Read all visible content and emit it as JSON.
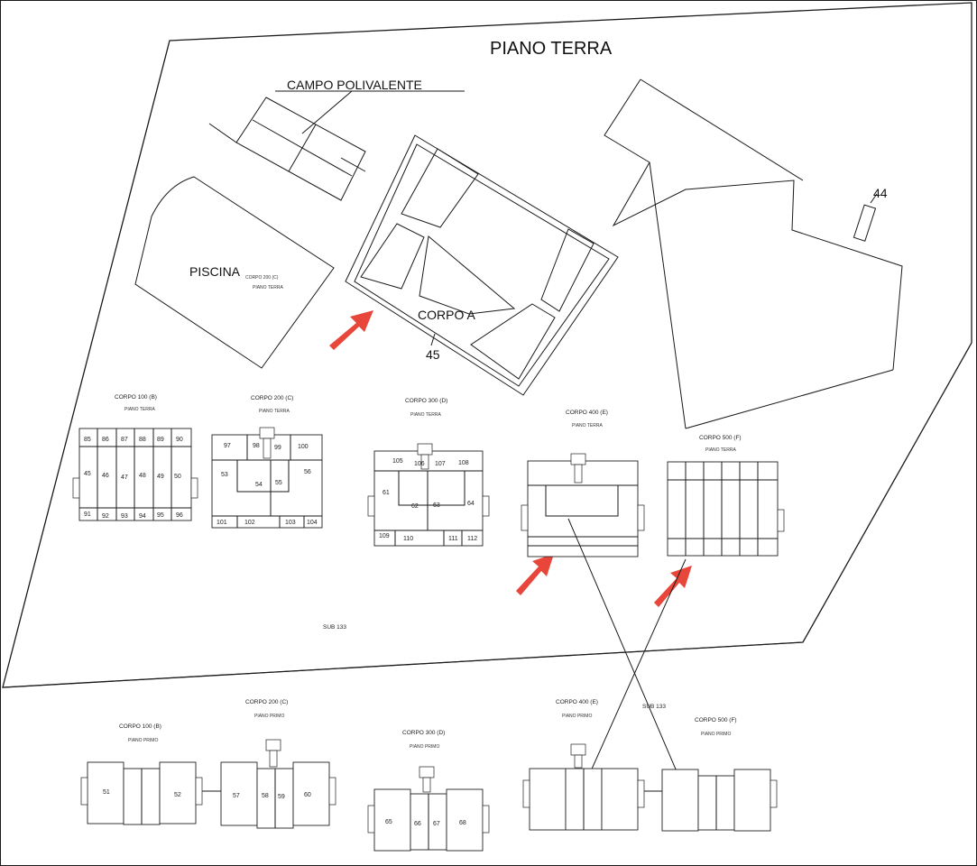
{
  "title": "PIANO TERRA",
  "labels": {
    "campo": "CAMPO POLIVALENTE",
    "piscina": "PISCINA",
    "corpo_a": "CORPO A",
    "n44": "44",
    "n45": "45",
    "sub_ground": "SUB 133",
    "sub_upper": "SUB 133",
    "piscina_corpo": "CORPO 200 (C)",
    "piscina_piano": "PIANO TERRA"
  },
  "ground_buildings": [
    {
      "name": "CORPO 100 (B)",
      "level": "PIANO TERRA",
      "units": [
        "85",
        "86",
        "87",
        "88",
        "89",
        "90",
        "45",
        "46",
        "47",
        "48",
        "49",
        "50",
        "91",
        "92",
        "93",
        "94",
        "95",
        "96"
      ]
    },
    {
      "name": "CORPO 200 (C)",
      "level": "PIANO TERRA",
      "units": [
        "97",
        "98",
        "99",
        "100",
        "53",
        "54",
        "55",
        "56",
        "101",
        "102",
        "103",
        "104"
      ]
    },
    {
      "name": "CORPO 300 (D)",
      "level": "PIANO TERRA",
      "units": [
        "105",
        "106",
        "107",
        "108",
        "61",
        "62",
        "63",
        "64",
        "109",
        "110",
        "111",
        "112"
      ]
    },
    {
      "name": "CORPO 400 (E)",
      "level": "PIANO TERRA",
      "units": []
    },
    {
      "name": "CORPO 500 (F)",
      "level": "PIANO TERRA",
      "units": []
    }
  ],
  "upper_buildings": [
    {
      "name": "CORPO 100 (B)",
      "level": "PIANO PRIMO",
      "units": [
        "51",
        "52"
      ]
    },
    {
      "name": "CORPO 200 (C)",
      "level": "PIANO PRIMO",
      "units": [
        "57",
        "58",
        "59",
        "60"
      ]
    },
    {
      "name": "CORPO 300 (D)",
      "level": "PIANO PRIMO",
      "units": [
        "65",
        "66",
        "67",
        "68"
      ]
    },
    {
      "name": "CORPO 400 (E)",
      "level": "PIANO PRIMO",
      "units": []
    },
    {
      "name": "CORPO 500 (F)",
      "level": "PIANO PRIMO",
      "units": []
    }
  ],
  "colors": {
    "arrow": "#e8463a",
    "line": "#1a1a1a",
    "background": "#ffffff"
  },
  "icons": [
    "red-arrow-icon",
    "stair-icon",
    "hatch-icon"
  ]
}
